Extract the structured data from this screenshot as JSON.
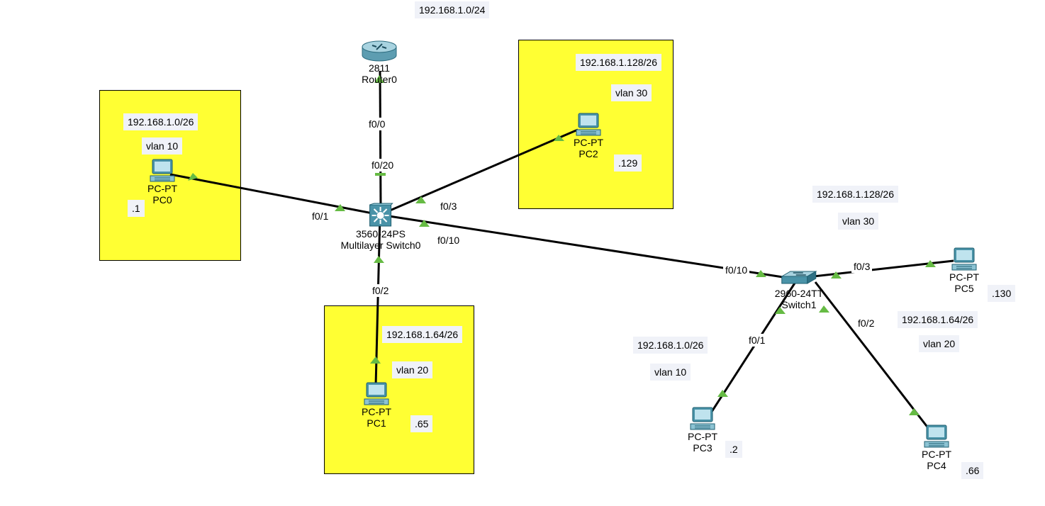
{
  "notes": {
    "top_net": "192.168.1.0/24",
    "vlan10_net": "192.168.1.0/26",
    "vlan10_label": "vlan 10",
    "pc0_ip": ".1",
    "vlan30_net": "192.168.1.128/26",
    "vlan30_label": "vlan 30",
    "pc2_ip": ".129",
    "vlan20_net": "192.168.1.64/26",
    "vlan20_label": "vlan 20",
    "pc1_ip": ".65",
    "sw1_vlan30_net": "192.168.1.128/26",
    "sw1_vlan30_label": "vlan 30",
    "pc5_ip": ".130",
    "sw1_vlan20_net": "192.168.1.64/26",
    "sw1_vlan20_label": "vlan 20",
    "sw1_vlan10_net": "192.168.1.0/26",
    "sw1_vlan10_label": "vlan 10",
    "pc3_ip": ".2",
    "pc4_ip": ".66"
  },
  "devices": {
    "router0": {
      "model": "2811",
      "name": "Router0"
    },
    "mls0": {
      "model": "3560-24PS",
      "name": "Multilayer Switch0"
    },
    "switch1": {
      "model": "2960-24TT",
      "name": "Switch1"
    },
    "pc0": {
      "model": "PC-PT",
      "name": "PC0"
    },
    "pc1": {
      "model": "PC-PT",
      "name": "PC1"
    },
    "pc2": {
      "model": "PC-PT",
      "name": "PC2"
    },
    "pc3": {
      "model": "PC-PT",
      "name": "PC3"
    },
    "pc4": {
      "model": "PC-PT",
      "name": "PC4"
    },
    "pc5": {
      "model": "PC-PT",
      "name": "PC5"
    }
  },
  "ports": {
    "router_f00": "f0/0",
    "mls_f020": "f0/20",
    "mls_f01": "f0/1",
    "mls_f03": "f0/3",
    "mls_f010": "f0/10",
    "mls_f02": "f0/2",
    "sw1_f010": "f0/10",
    "sw1_f03": "f0/3",
    "sw1_f01": "f0/1",
    "sw1_f02": "f0/2"
  },
  "colors": {
    "area_fill": "#ffff33",
    "link": "#000000",
    "link_up": "#66bb44",
    "note_bg": "#f0f2f8",
    "device_teal": "#3e8a9e"
  },
  "icons": {
    "router": "router-icon",
    "multilayer_switch": "multilayer-switch-icon",
    "switch": "switch-icon",
    "pc": "pc-icon"
  }
}
